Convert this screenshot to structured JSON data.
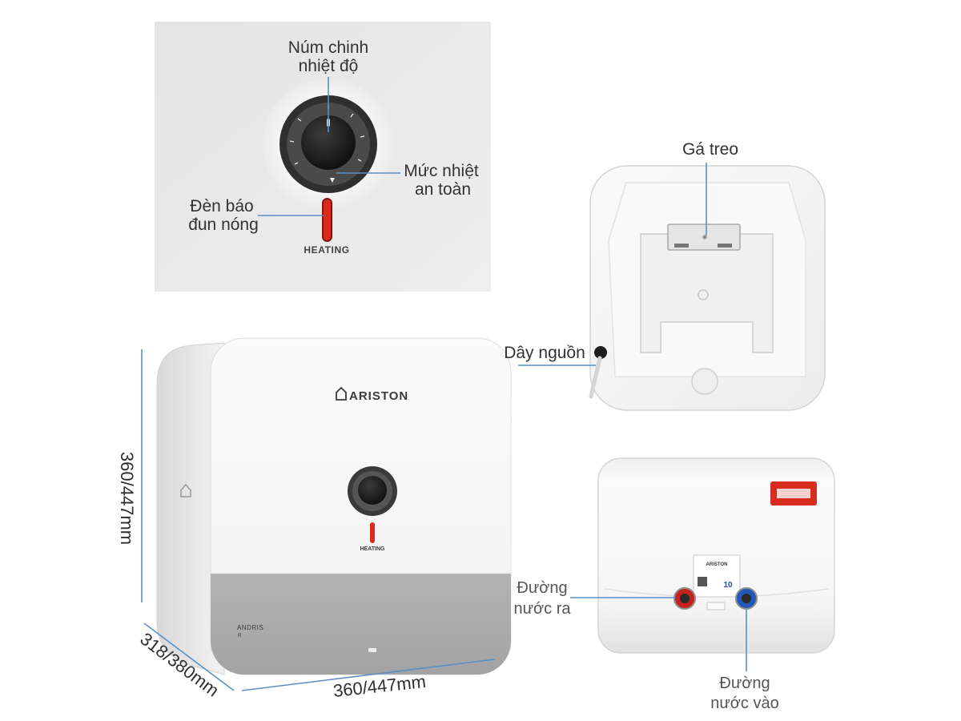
{
  "callouts": {
    "dial_knob": {
      "line1": "Núm chinh",
      "line2": "nhiệt độ"
    },
    "safe_temp": {
      "line1": "Mức nhiệt",
      "line2": "an toàn"
    },
    "heating_light": {
      "line1": "Đèn báo",
      "line2": "đun nóng"
    },
    "hanger": "Gá treo",
    "power_cord": "Dây nguồn",
    "water_out": {
      "line1": "Đường",
      "line2": "nước ra"
    },
    "water_in": {
      "line1": "Đường",
      "line2": "nước vào"
    }
  },
  "zoom_panel": {
    "heating_label": "HEATING"
  },
  "front_unit": {
    "brand": "ARISTON",
    "heating_label": "HEATING",
    "model": "ANDRIS",
    "model_suffix": "R"
  },
  "bottom_unit": {
    "brand_label": "ARISTON",
    "badge": "10"
  },
  "dimensions": {
    "height": "360/447mm",
    "depth": "318/380mm",
    "width": "360/447mm"
  },
  "colors": {
    "callout_line": "#5b8fc7",
    "heating_red": "#d92a1c",
    "water_out": "#c62020",
    "water_in": "#2358b8",
    "front_band": "#a9a9a9"
  }
}
